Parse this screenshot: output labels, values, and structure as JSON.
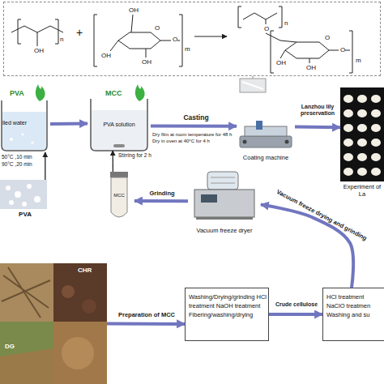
{
  "diagram": {
    "nodes": [
      {
        "text": [
          "OH",
          "n",
          "+",
          "OH",
          "OH",
          "OH",
          "O",
          "O",
          "m",
          "n",
          "O",
          "OH",
          "OH",
          "O",
          "O",
          "m"
        ]
      },
      {
        "text": [
          "PVA",
          "lled water"
        ]
      },
      {
        "text": [
          "MCC",
          "PVA solution"
        ]
      },
      {
        "text": [
          "Coating machine"
        ]
      },
      {
        "text": [
          "Experiment of La"
        ]
      },
      {
        "text": [
          "PVA"
        ]
      },
      {
        "text": [
          "MCC"
        ]
      },
      {
        "text": [
          "Vacuum freeze dryer"
        ]
      },
      {
        "text": [
          "CHR",
          "DG"
        ]
      },
      {
        "text": [
          "Washing/Drying/grinding HCl treatment NaOH treatment Fibering/washing/drying"
        ]
      },
      {
        "text": [
          "HCl treatment NaClO treatmen Washing and su"
        ]
      }
    ],
    "edges": [
      {
        "from": 5,
        "to": 1,
        "arrow": "to"
      },
      {
        "from": 1,
        "to": 2,
        "arrow": "to"
      },
      {
        "from": 2,
        "to": 3,
        "label": "Casting",
        "arrow": "to"
      },
      {
        "from": 3,
        "to": 4,
        "label": "Lanzhou lily preservation",
        "arrow": "to"
      },
      {
        "from": 7,
        "to": 6,
        "label": "Grinding",
        "arrow": "to"
      },
      {
        "from": 6,
        "to": 2,
        "arrow": "to"
      },
      {
        "from": 8,
        "to": 9,
        "label": "Preparation of MCC",
        "arrow": "to"
      },
      {
        "from": 9,
        "to": 10,
        "label": "Crude cellulose",
        "arrow": "to"
      },
      {
        "from": 10,
        "to": 7,
        "label": "Vacuum freeze drying and grinding",
        "arrow": "to"
      }
    ],
    "labels": [
      "50°C ,10 min",
      "90°C ,20 min",
      "Stirring for 2 h",
      "Dry film at room temperature for 48 h",
      "Dry in oven at 40°C for 4 h"
    ]
  }
}
